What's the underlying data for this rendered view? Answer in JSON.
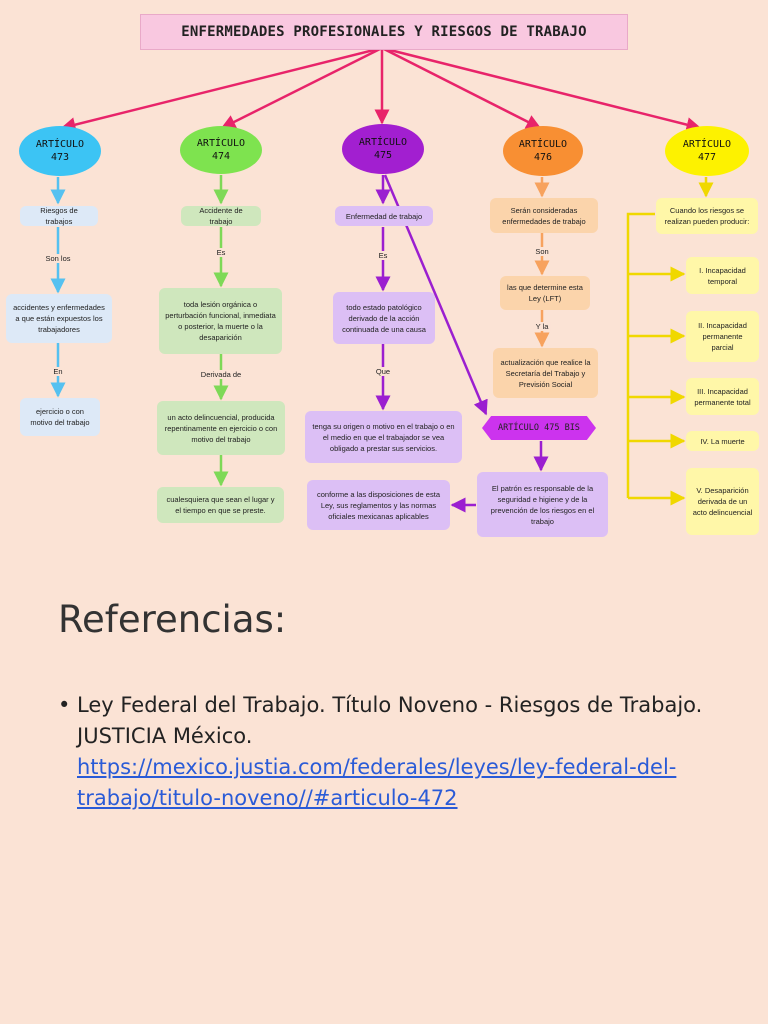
{
  "diagram": {
    "title": "ENFERMEDADES PROFESIONALES Y RIESGOS DE TRABAJO",
    "columns": [
      {
        "article_line1": "ARTÍCULO",
        "article_line2": "473",
        "color": "#3cc4f4",
        "box1": "Riesgos de trabajos",
        "conn1": "Son los",
        "box2": "accidentes y enfermedades a que están expuestos los trabajadores",
        "conn2": "En",
        "box3": "ejercicio o con motivo del trabajo"
      },
      {
        "article_line1": "ARTÍCULO",
        "article_line2": "474",
        "color": "#7ee34f",
        "box1": "Accidente de trabajo",
        "conn1": "Es",
        "box2": "toda lesión orgánica o perturbación funcional, inmediata o posterior, la muerte o la desaparición",
        "conn2": "Derivada de",
        "box3": "un acto delincuencial, producida repentinamente en ejercicio o con motivo del trabajo",
        "box4": "cualesquiera que sean el lugar y el tiempo en que se preste."
      },
      {
        "article_line1": "ARTÍCULO",
        "article_line2": "475",
        "color": "#a21fd0",
        "box1": "Enfermedad de trabajo",
        "conn1": "Es",
        "box2": "todo estado patológico derivado de la acción continuada de una causa",
        "conn2": "Que",
        "box3": "tenga su origen o motivo en el trabajo o en el medio en que el trabajador se vea obligado a prestar sus servicios.",
        "box4": "conforme a las disposiciones de esta Ley, sus reglamentos y las normas oficiales mexicanas aplicables"
      },
      {
        "article_line1": "ARTÍCULO",
        "article_line2": "476",
        "color": "#f88f33",
        "box1": "Serán consideradas enfermedades de trabajo",
        "conn1": "Son",
        "box2": "las que determine esta Ley (LFT)",
        "conn2": "Y la",
        "box3": "actualización que realice la Secretaría del Trabajo y Previsión Social"
      },
      {
        "article_line1": "ARTÍCULO",
        "article_line2": "477",
        "color": "#fdf200",
        "box1": "Cuando los riesgos se realizan pueden producir:",
        "items": [
          "I. Incapacidad temporal",
          "II. Incapacidad permanente parcial",
          "III. Incapacidad permanente total",
          "IV. La muerte",
          "V. Desaparición derivada de un acto delincuencial"
        ]
      }
    ],
    "bis": {
      "label": "ARTÍCULO 475 BIS",
      "box": "El patrón es responsable de la seguridad e higiene y de la prevención de los riesgos en el trabajo"
    },
    "colors": {
      "title_bg": "#f9c8e0",
      "main_arrows": "#e8246a",
      "blue_arrows": "#55c1f0",
      "green_arrows": "#7ed957",
      "purple_arrows": "#9b1fd0",
      "orange_arrows": "#f7a25e",
      "yellow_arrows": "#f0d800"
    }
  },
  "references": {
    "title": "Referencias:",
    "bullet": "•",
    "item_text": "Ley Federal del Trabajo. Título Noveno - Riesgos de Trabajo. JUSTICIA México.",
    "item_link": "https://mexico.justia.com/federales/leyes/ley-federal-del-trabajo/titulo-noveno//#articulo-472"
  }
}
